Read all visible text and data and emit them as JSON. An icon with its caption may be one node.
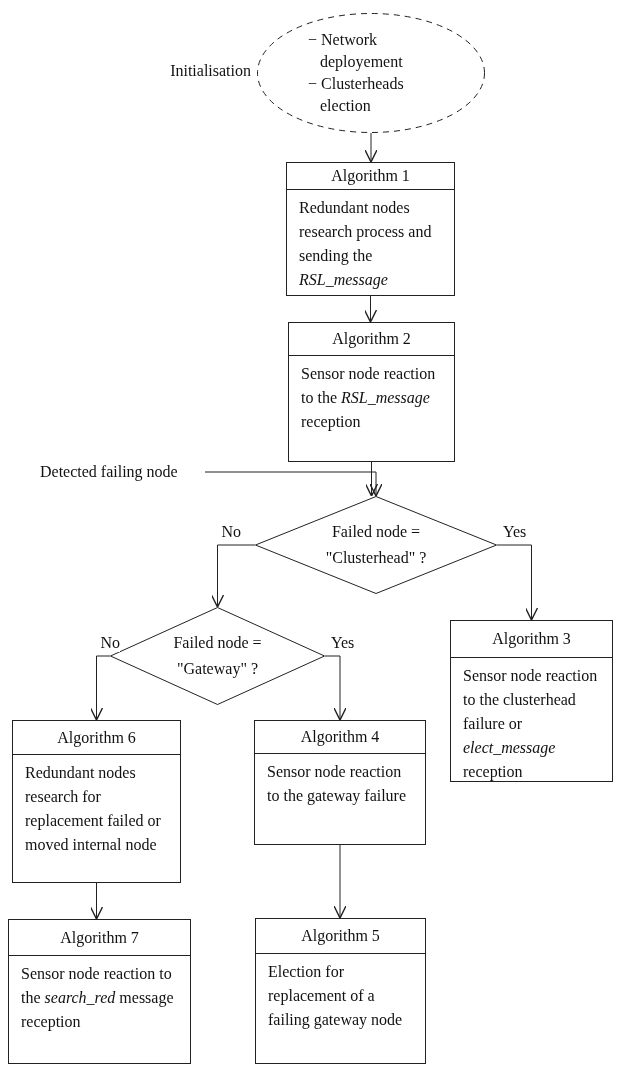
{
  "diagram": {
    "nodes": [
      {
        "text": [
          "− Network deployement",
          "− Clusterheads election"
        ],
        "beside": [
          "Initialisation"
        ]
      },
      {
        "text": [
          "Algorithm 1",
          "Redundant nodes research process and sending the *RSL_message*"
        ]
      },
      {
        "text": [
          "Algorithm 2",
          "Sensor node reaction to the *RSL_message* reception"
        ]
      },
      {
        "text": [
          "Detected failing node"
        ]
      },
      {
        "text": [
          "Failed node = \"Clusterhead\" ?"
        ]
      },
      {
        "text": [
          "Failed node = \"Gateway\" ?"
        ]
      },
      {
        "text": [
          "Algorithm 3",
          "Sensor node reaction to the clusterhead failure or *elect_message* reception"
        ]
      },
      {
        "text": [
          "Algorithm 6",
          "Redundant nodes research for replacement failed or moved internal node"
        ]
      },
      {
        "text": [
          "Algorithm 4",
          "Sensor node reaction to the gateway failure"
        ]
      },
      {
        "text": [
          "Algorithm 7",
          "Sensor node reaction to the *search_red* message reception"
        ]
      },
      {
        "text": [
          "Algorithm 5",
          "Election for replacement of a failing gateway node"
        ]
      }
    ],
    "edges": [
      {
        "from": 0,
        "to": 1,
        "arrow": "to"
      },
      {
        "from": 1,
        "to": 2,
        "arrow": "to"
      },
      {
        "from": 2,
        "to": 4,
        "arrow": "to"
      },
      {
        "from": 3,
        "to": 4,
        "arrow": "to"
      },
      {
        "from": 4,
        "to": 5,
        "arrow": "to",
        "label": "No"
      },
      {
        "from": 4,
        "to": 6,
        "arrow": "to",
        "label": "Yes"
      },
      {
        "from": 5,
        "to": 7,
        "arrow": "to",
        "label": "No"
      },
      {
        "from": 5,
        "to": 8,
        "arrow": "to",
        "label": "Yes"
      },
      {
        "from": 7,
        "to": 9,
        "arrow": "to"
      },
      {
        "from": 8,
        "to": 10,
        "arrow": "to"
      }
    ]
  }
}
